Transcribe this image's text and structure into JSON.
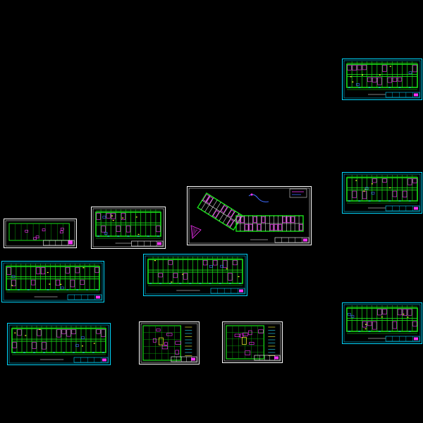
{
  "viewer": {
    "background": "#000000"
  },
  "colors": {
    "frame_cyan": "#00d8ff",
    "frame_white": "#ffffff",
    "wall_green": "#18e018",
    "dim_green": "#0a9a0a",
    "room_magenta": "#ff33ff",
    "label_yellow": "#ffff33",
    "accent_blue": "#3f6bff",
    "detail_cyan": "#28e0ff"
  },
  "sheets": [
    {
      "id": "floor-plan-top-right",
      "kind": "slab",
      "frame": "cyan"
    },
    {
      "id": "floor-plan-mid-right",
      "kind": "slab",
      "frame": "cyan"
    },
    {
      "id": "floor-plan-bottom-right",
      "kind": "slab",
      "frame": "cyan"
    },
    {
      "id": "angled-site-plan",
      "kind": "angled",
      "frame": "white"
    },
    {
      "id": "small-plan-left",
      "kind": "small",
      "frame": "white"
    },
    {
      "id": "plan-center-left",
      "kind": "slab",
      "frame": "white"
    },
    {
      "id": "long-plan-left",
      "kind": "slab",
      "frame": "cyan"
    },
    {
      "id": "long-plan-center",
      "kind": "slab",
      "frame": "cyan"
    },
    {
      "id": "long-plan-bottom-left",
      "kind": "slab",
      "frame": "cyan"
    },
    {
      "id": "unit-plan-a",
      "kind": "unit",
      "frame": "white"
    },
    {
      "id": "unit-plan-b",
      "kind": "unit",
      "frame": "white"
    }
  ]
}
